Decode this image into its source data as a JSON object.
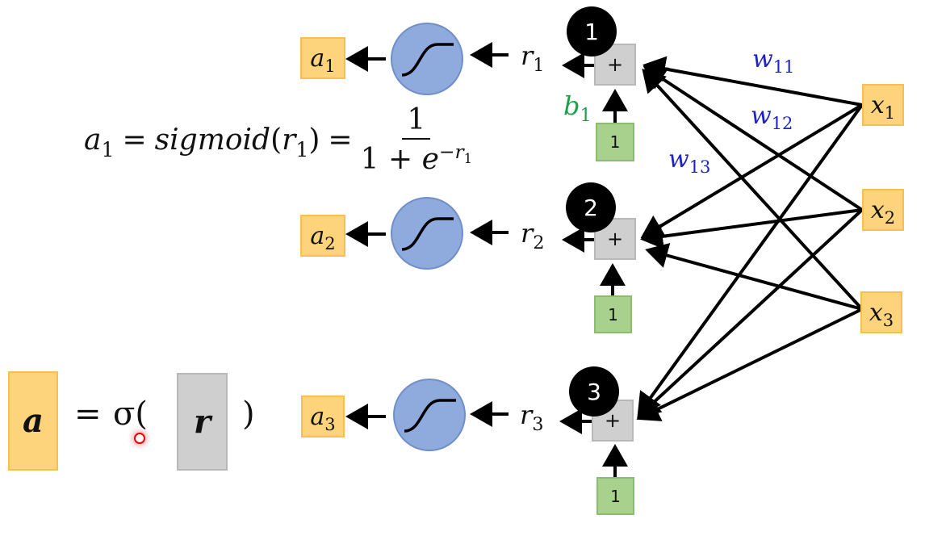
{
  "nodes": {
    "outputs": [
      {
        "var": "a",
        "sub": "1"
      },
      {
        "var": "a",
        "sub": "2"
      },
      {
        "var": "a",
        "sub": "3"
      }
    ],
    "sums": [
      {
        "badge": "1",
        "op": "+",
        "r_var": "r",
        "r_sub": "1",
        "bias_input": "1"
      },
      {
        "badge": "2",
        "op": "+",
        "r_var": "r",
        "r_sub": "2",
        "bias_input": "1"
      },
      {
        "badge": "3",
        "op": "+",
        "r_var": "r",
        "r_sub": "3",
        "bias_input": "1"
      }
    ],
    "inputs": [
      {
        "var": "x",
        "sub": "1"
      },
      {
        "var": "x",
        "sub": "2"
      },
      {
        "var": "x",
        "sub": "3"
      }
    ],
    "activation_icon": "sigmoid-curve-icon"
  },
  "labels": {
    "bias": {
      "var": "b",
      "sub": "1",
      "color": "#17a34a"
    },
    "weights": [
      {
        "var": "w",
        "sub": "11",
        "color": "#1e22c8"
      },
      {
        "var": "w",
        "sub": "12",
        "color": "#1e22c8"
      },
      {
        "var": "w",
        "sub": "13",
        "color": "#1e22c8"
      }
    ]
  },
  "equation1": {
    "lhs_var": "a",
    "lhs_sub": "1",
    "eq": "=",
    "fn": "sigmoid",
    "arg_var": "r",
    "arg_sub": "1",
    "eq2": "=",
    "numerator": "1",
    "den_prefix": "1 + ",
    "den_base": "e",
    "den_exp_sign": "−",
    "den_exp_var": "r",
    "den_exp_sub": "1"
  },
  "equation2": {
    "lhs": "a",
    "eq": "=",
    "fn": "σ",
    "open": "(",
    "arg": "r",
    "close": ")"
  },
  "colors": {
    "input_output_box": "#fdd37b",
    "bias_box": "#a9d18e",
    "sum_box": "#cfcfcf",
    "sigmoid_node": "#8faadc",
    "weight_label": "#1e22c8",
    "bias_label": "#17a34a"
  }
}
